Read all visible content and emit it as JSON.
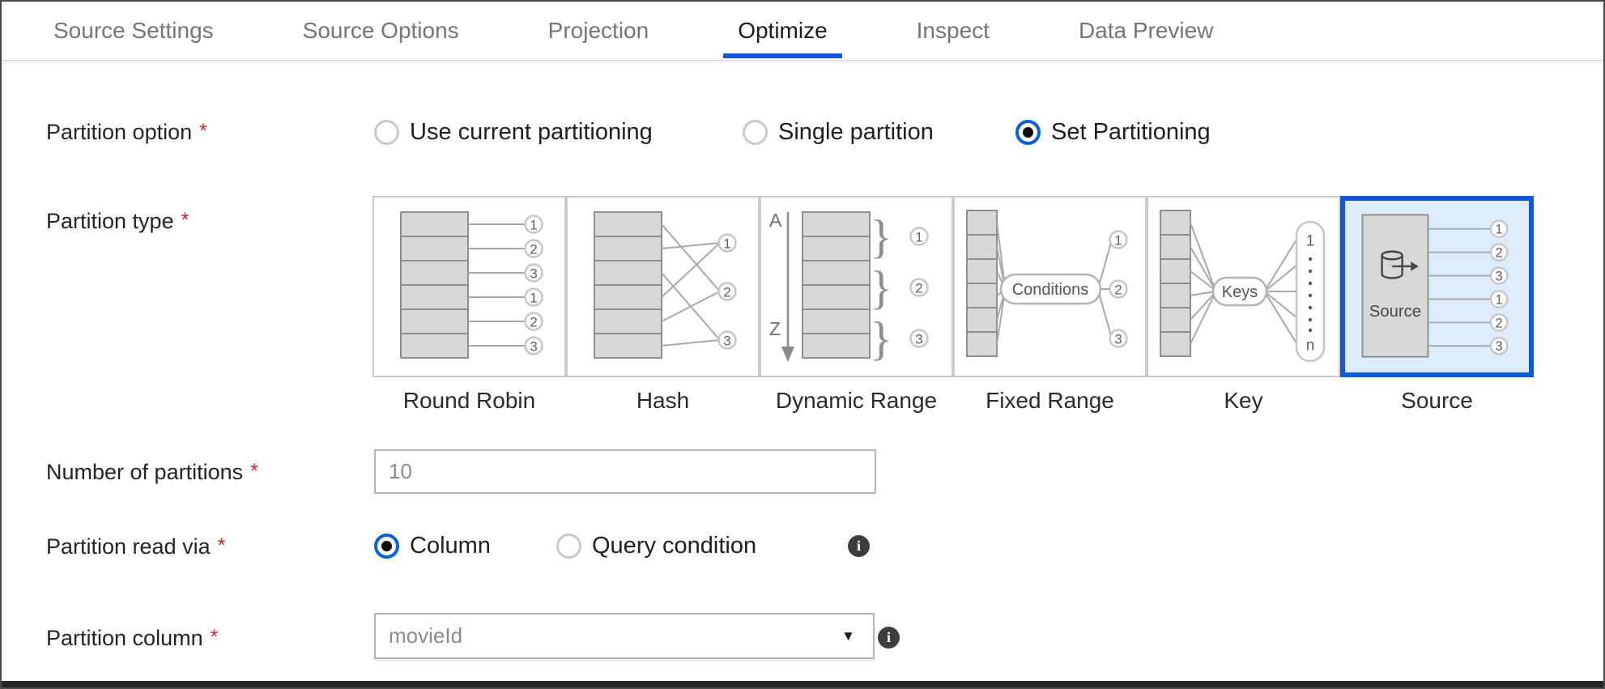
{
  "colors": {
    "accent": "#1158d1",
    "selected_card_bg": "#ddecfb",
    "required_red": "#c0282e",
    "inactive_tab_text": "#757575",
    "active_tab_text": "#1c1c1c",
    "info_icon_bg": "#3d3d3d"
  },
  "tabs": {
    "items": [
      {
        "label": "Source Settings",
        "active": false
      },
      {
        "label": "Source Options",
        "active": false
      },
      {
        "label": "Projection",
        "active": false
      },
      {
        "label": "Optimize",
        "active": true
      },
      {
        "label": "Inspect",
        "active": false
      },
      {
        "label": "Data Preview",
        "active": false
      }
    ]
  },
  "form": {
    "required_marker": "*",
    "partition_option": {
      "label": "Partition option",
      "options": [
        {
          "label": "Use current partitioning",
          "selected": false
        },
        {
          "label": "Single partition",
          "selected": false
        },
        {
          "label": "Set Partitioning",
          "selected": true
        }
      ]
    },
    "partition_type": {
      "label": "Partition type",
      "cards": [
        {
          "name": "Round Robin",
          "selected": false
        },
        {
          "name": "Hash",
          "selected": false
        },
        {
          "name": "Dynamic Range",
          "selected": false
        },
        {
          "name": "Fixed Range",
          "selected": false
        },
        {
          "name": "Key",
          "selected": false
        },
        {
          "name": "Source",
          "selected": true
        }
      ]
    },
    "number_of_partitions": {
      "label": "Number of partitions",
      "value": "10"
    },
    "partition_read_via": {
      "label": "Partition read via",
      "options": [
        {
          "label": "Column",
          "selected": true
        },
        {
          "label": "Query condition",
          "selected": false
        }
      ]
    },
    "partition_column": {
      "label": "Partition column",
      "value": "movieId"
    }
  },
  "icons": {
    "info_glyph": "i",
    "caret_glyph": "▼"
  },
  "diagrams": {
    "sequence_labels": [
      "1",
      "2",
      "3",
      "1",
      "2",
      "3"
    ],
    "group_labels": [
      "1",
      "2",
      "3"
    ],
    "dynamic_range": {
      "top": "A",
      "bottom": "Z"
    },
    "fixed_range": {
      "pill": "Conditions"
    },
    "key": {
      "pill": "Keys",
      "first": "1",
      "last": "n"
    },
    "source": {
      "box_label": "Source"
    }
  }
}
